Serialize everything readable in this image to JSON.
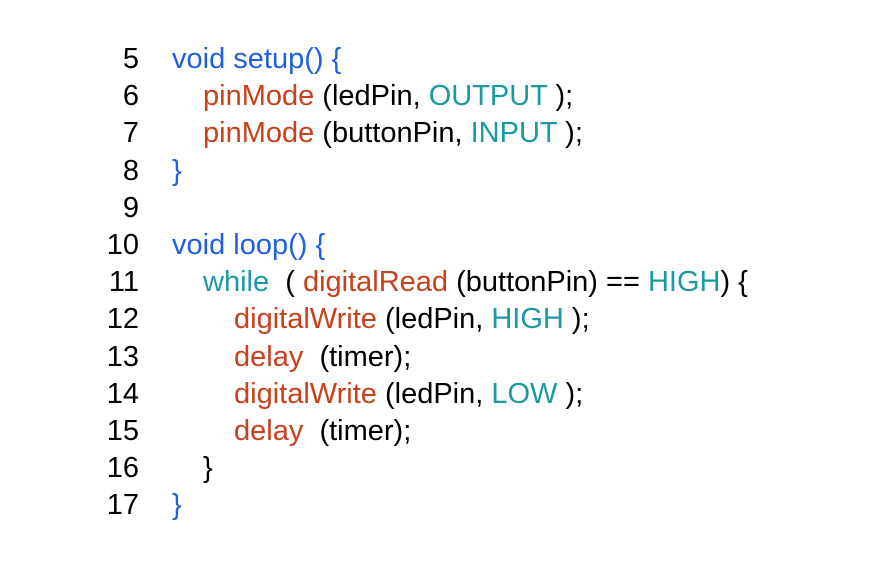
{
  "colors": {
    "keyword": "#1f5fe0",
    "function": "#c8401c",
    "constant": "#1a9aa0",
    "text": "#000000",
    "background": "#ffffff"
  },
  "code": {
    "lines": [
      {
        "number": "5",
        "indent": 0,
        "tokens": [
          {
            "t": "void setup() {",
            "c": "kw"
          }
        ]
      },
      {
        "number": "6",
        "indent": 1,
        "tokens": [
          {
            "t": "pinMode",
            "c": "fn"
          },
          {
            "t": " (ledPin, ",
            "c": "tx"
          },
          {
            "t": "OUTPUT",
            "c": "cst"
          },
          {
            "t": " );",
            "c": "tx"
          }
        ]
      },
      {
        "number": "7",
        "indent": 1,
        "tokens": [
          {
            "t": "pinMode",
            "c": "fn"
          },
          {
            "t": " (buttonPin, ",
            "c": "tx"
          },
          {
            "t": "INPUT",
            "c": "cst"
          },
          {
            "t": " );",
            "c": "tx"
          }
        ]
      },
      {
        "number": "8",
        "indent": 0,
        "tokens": [
          {
            "t": "}",
            "c": "kw"
          }
        ]
      },
      {
        "number": "9",
        "indent": 0,
        "tokens": []
      },
      {
        "number": "10",
        "indent": 0,
        "tokens": [
          {
            "t": "void loop() {",
            "c": "kw"
          }
        ]
      },
      {
        "number": "11",
        "indent": 1,
        "tokens": [
          {
            "t": "while",
            "c": "cst"
          },
          {
            "t": "  ( ",
            "c": "tx"
          },
          {
            "t": "digitalRead",
            "c": "fn"
          },
          {
            "t": " (buttonPin) == ",
            "c": "tx"
          },
          {
            "t": "HIGH",
            "c": "cst"
          },
          {
            "t": ") {",
            "c": "tx"
          }
        ]
      },
      {
        "number": "12",
        "indent": 2,
        "tokens": [
          {
            "t": "digitalWrite",
            "c": "fn"
          },
          {
            "t": " (ledPin, ",
            "c": "tx"
          },
          {
            "t": "HIGH",
            "c": "cst"
          },
          {
            "t": " );",
            "c": "tx"
          }
        ]
      },
      {
        "number": "13",
        "indent": 2,
        "tokens": [
          {
            "t": "delay",
            "c": "fn"
          },
          {
            "t": "  (timer);",
            "c": "tx"
          }
        ]
      },
      {
        "number": "14",
        "indent": 2,
        "tokens": [
          {
            "t": "digitalWrite",
            "c": "fn"
          },
          {
            "t": " (ledPin, ",
            "c": "tx"
          },
          {
            "t": "LOW",
            "c": "cst"
          },
          {
            "t": " );",
            "c": "tx"
          }
        ]
      },
      {
        "number": "15",
        "indent": 2,
        "tokens": [
          {
            "t": "delay",
            "c": "fn"
          },
          {
            "t": "  (timer);",
            "c": "tx"
          }
        ]
      },
      {
        "number": "16",
        "indent": 1,
        "tokens": [
          {
            "t": "}",
            "c": "tx"
          }
        ]
      },
      {
        "number": "17",
        "indent": 0,
        "tokens": [
          {
            "t": "}",
            "c": "kw"
          }
        ]
      }
    ]
  }
}
